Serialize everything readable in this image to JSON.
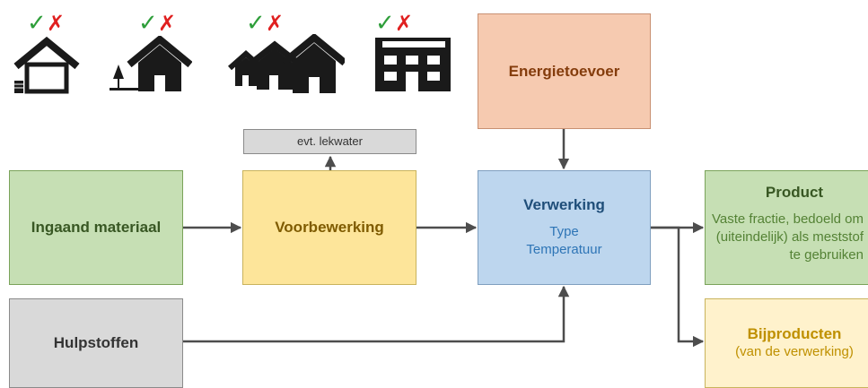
{
  "icons": [
    {
      "name": "detached-house",
      "check": "✓",
      "cross": "✗"
    },
    {
      "name": "house-with-garden",
      "check": "✓",
      "cross": "✗"
    },
    {
      "name": "row-houses",
      "check": "✓",
      "cross": "✗"
    },
    {
      "name": "office-building",
      "check": "✓",
      "cross": "✗"
    }
  ],
  "colors": {
    "check": "#2e9e3a",
    "cross": "#e02020",
    "house": "#1a1a1a",
    "arrow": "#4d4d4d"
  },
  "boxes": {
    "ingaand": {
      "title": "Ingaand materiaal"
    },
    "voorbewerking": {
      "title": "Voorbewerking"
    },
    "lekwater": {
      "title": "evt. lekwater"
    },
    "energie": {
      "title": "Energietoevoer"
    },
    "verwerking": {
      "title": "Verwerking",
      "line1": "Type",
      "line2": "Temperatuur"
    },
    "hulpstoffen": {
      "title": "Hulpstoffen"
    },
    "product": {
      "title": "Product",
      "desc": "Vaste fractie, bedoeld om (uiteindelijk) als meststof te gebruiken"
    },
    "bijproducten": {
      "title": "Bijproducten",
      "sub": "(van de verwerking)"
    }
  }
}
